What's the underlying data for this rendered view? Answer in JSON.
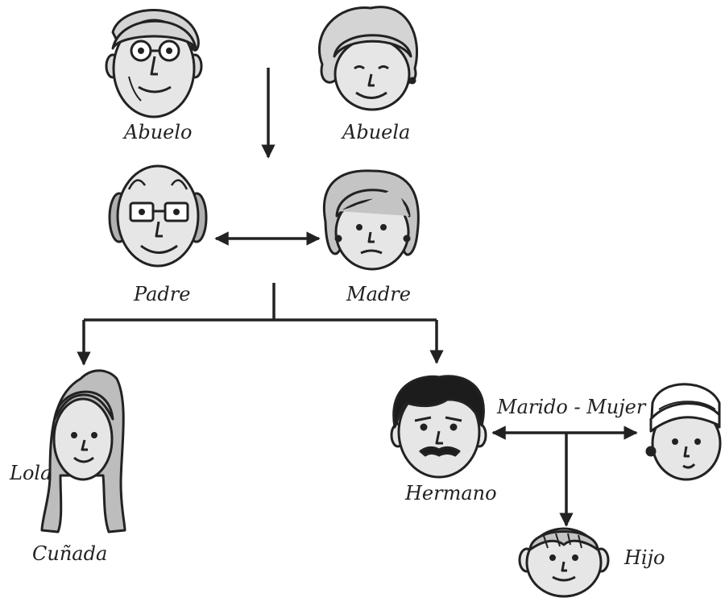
{
  "labels": {
    "abuelo": "Abuelo",
    "abuela": "Abuela",
    "padre": "Padre",
    "madre": "Madre",
    "lola": "Lola",
    "cunada": "Cuñada",
    "hermano": "Hermano",
    "marido_mujer": "Marido - Mujer",
    "hijo": "Hijo"
  },
  "colors": {
    "line": "#222222",
    "skin": "#e6e6e6",
    "hair_gray": "#b0b0b0",
    "hair_dark": "#1c1c1c"
  }
}
